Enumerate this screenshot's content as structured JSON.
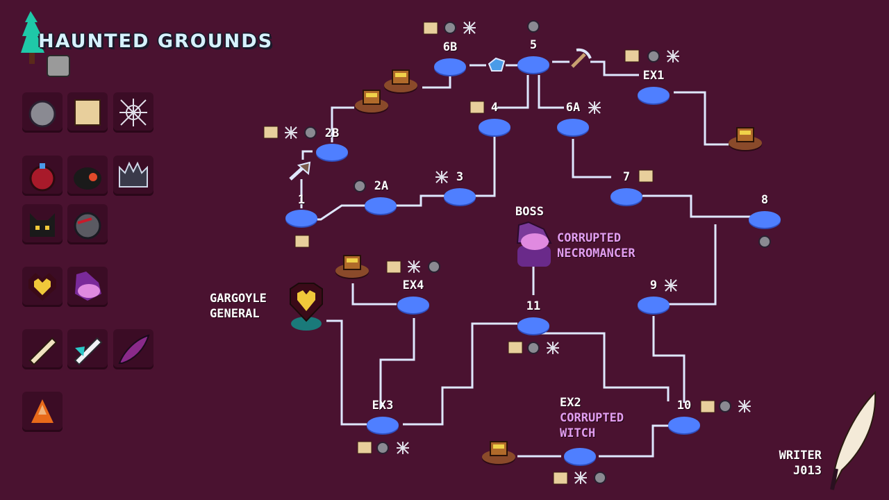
{
  "title": "HAUNTED GROUNDS",
  "writer": {
    "line1": "WRITER",
    "line2": "J013"
  },
  "boss": {
    "tag": "BOSS",
    "name_line1": "CORRUPTED",
    "name_line2": "NECROMANCER"
  },
  "gargoyle": {
    "line1": "GARGOYLE",
    "line2": "GENERAL"
  },
  "ex2": {
    "code": "EX2",
    "name_line1": "CORRUPTED",
    "name_line2": "WITCH"
  },
  "node_labels": {
    "n1": "1",
    "n2a": "2A",
    "n2b": "2B",
    "n3": "3",
    "n4": "4",
    "n5": "5",
    "n6a": "6A",
    "n6b": "6B",
    "n7": "7",
    "n8": "8",
    "n9": "9",
    "n10": "10",
    "n11": "11",
    "ex1": "EX1",
    "ex3": "EX3",
    "ex4": "EX4"
  },
  "sidebar_icons": [
    "rock-icon",
    "parchment-icon",
    "cobweb-icon",
    "bomb-icon",
    "dark-helmet-icon",
    "spiked-crown-icon",
    "shadow-cat-icon",
    "cracked-rock-icon",
    "gold-heart-icon",
    "purple-slime-icon",
    "bone-fish-icon",
    "ice-fish-icon",
    "purple-feather-icon",
    "orange-cone-icon"
  ],
  "colors": {
    "background": "#4a1230",
    "tile": "#3b0c25",
    "node": "#4f7fff",
    "path": "#dfe8ff",
    "pink_text": "#e29ef0"
  }
}
